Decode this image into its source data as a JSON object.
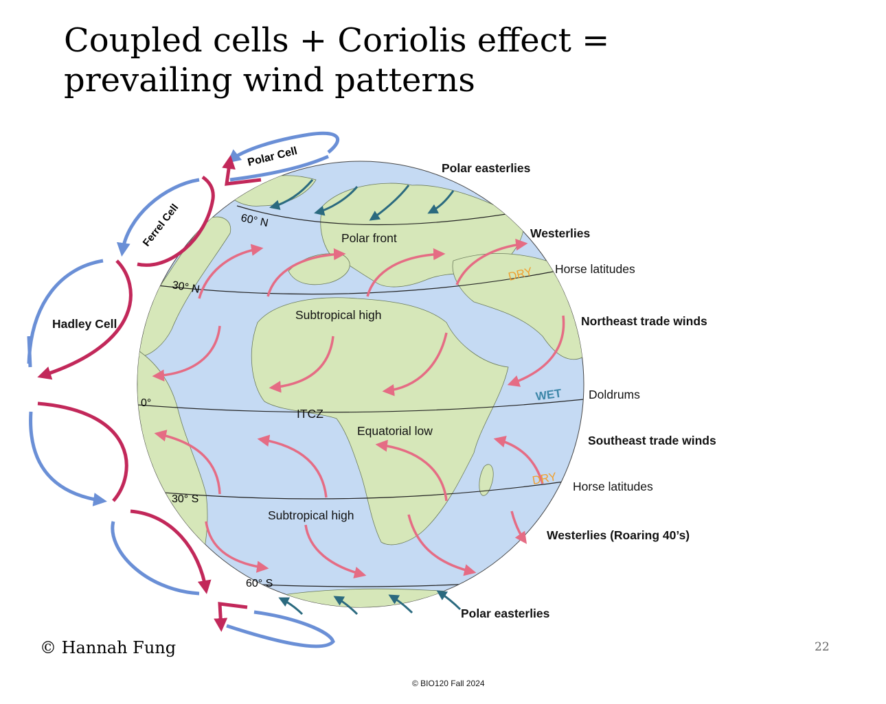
{
  "slide": {
    "title_line1": "Coupled cells + Coriolis effect =",
    "title_line2": "prevailing wind patterns",
    "copyright": "© Hannah Fung",
    "page_number": "22",
    "footer": "© BIO120 Fall 2024"
  },
  "cells": {
    "polar": "Polar Cell",
    "ferrel": "Ferrel Cell",
    "hadley": "Hadley Cell"
  },
  "latitudes": {
    "n60": "60° N",
    "n30": "30° N",
    "eq": "0°",
    "s30": "30° S",
    "s60": "60° S"
  },
  "globe_labels": {
    "polar_front": "Polar front",
    "subtropical_high_n": "Subtropical high",
    "itcz": "ITCZ",
    "equatorial_low": "Equatorial low",
    "subtropical_high_s": "Subtropical high",
    "dry_n": "DRY",
    "wet": "WET",
    "dry_s": "DRY"
  },
  "right_labels": {
    "polar_easterlies_n": "Polar easterlies",
    "westerlies": "Westerlies",
    "horse_latitudes_n": "Horse latitudes",
    "ne_trade": "Northeast trade winds",
    "doldrums": "Doldrums",
    "se_trade": "Southeast trade winds",
    "horse_latitudes_s": "Horse latitudes",
    "westerlies_s": "Westerlies (Roaring 40’s)",
    "polar_easterlies_s": "Polar easterlies"
  },
  "colors": {
    "ocean": "#c5daf3",
    "land": "#d6e7b9",
    "warm_arrow": "#e56c84",
    "polar_arrow": "#2b6a7f",
    "cell_red": "#c2285a",
    "cell_blue": "#6a8fd6",
    "dry": "#f0a030",
    "wet": "#3c86a8"
  }
}
